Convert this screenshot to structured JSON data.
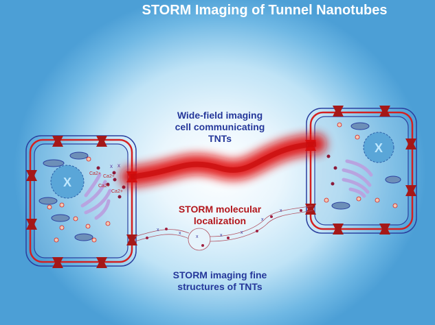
{
  "title": "STORM Imaging of Tunnel Nanotubes",
  "labels": {
    "widefield": [
      "Wide-field imaging",
      "cell communicating",
      "TNTs"
    ],
    "storm_localization": [
      "STORM molecular",
      "localization"
    ],
    "storm_fine": [
      "STORM imaging fine",
      "structures of TNTs"
    ]
  },
  "ion_label": "Ca2+",
  "colors": {
    "membrane_red": "#d42020",
    "membrane_blue": "#2b3f9e",
    "tnt_red": "#e01010",
    "text_blue": "#24379a",
    "text_red": "#b3161b"
  }
}
